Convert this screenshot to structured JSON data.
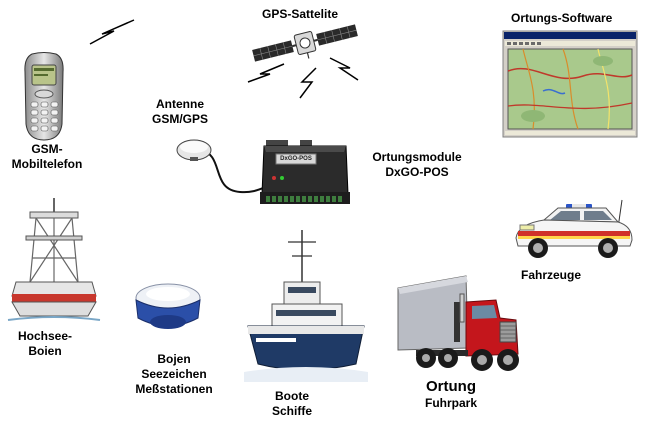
{
  "labels": {
    "satellite": "GPS-Sattelite",
    "software": "Ortungs-Software",
    "phone_line1": "GSM-",
    "phone_line2": "Mobiltelefon",
    "antenna_line1": "Antenne",
    "antenna_line2": "GSM/GPS",
    "module_line1": "Ortungsmodule",
    "module_line2": "DxGO-POS",
    "module_badge": "DxGO-POS",
    "vehicles": "Fahrzeuge",
    "buoy_line1": "Hochsee-",
    "buoy_line2": "Boien",
    "marker_line1": "Bojen",
    "marker_line2": "Seezeichen",
    "marker_line3": "Meßstationen",
    "boats_line1": "Boote",
    "boats_line2": "Schiffe",
    "fleet_line1": "Ortung",
    "fleet_line2": "Fuhrpark"
  },
  "colors": {
    "text": "#000000",
    "truck_cab": "#c4161c",
    "truck_trailer": "#b9bcc4",
    "buoy_red": "#c8372d",
    "marker_blue": "#2b4fa8",
    "boat_hull": "#1f3a66",
    "police_stripe": "#d0302a",
    "map_green": "#a9c98c"
  },
  "icons": [
    "satellite-icon",
    "signal-bolt-icon",
    "mobile-phone-icon",
    "gps-antenna-icon",
    "tracking-module-icon",
    "software-screen-icon",
    "police-car-icon",
    "buoy-tower-icon",
    "marker-buoy-icon",
    "rescue-boat-icon",
    "truck-icon"
  ]
}
